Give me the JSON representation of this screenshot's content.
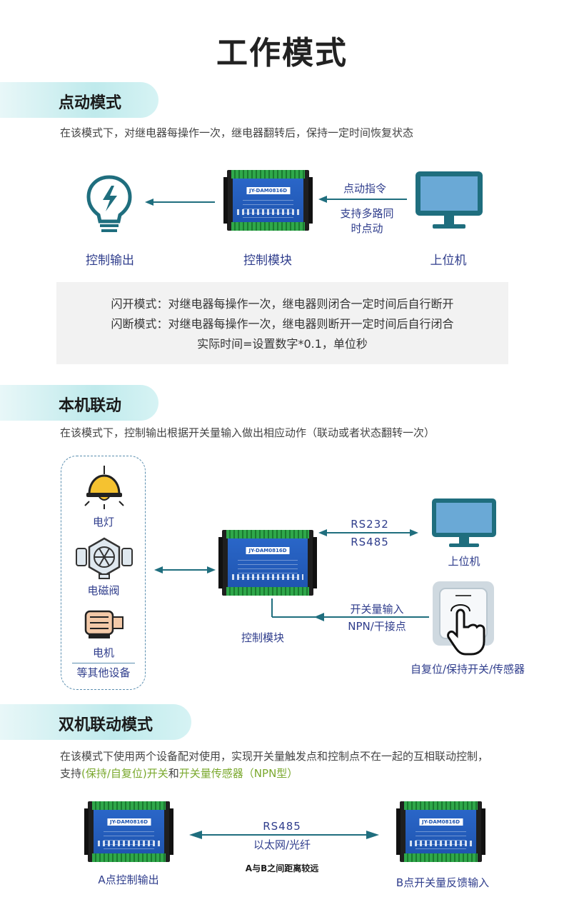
{
  "page": {
    "title": "工作模式"
  },
  "sections": {
    "jog": {
      "header": "点动模式",
      "desc": "在该模式下，对继电器每操作一次，继电器翻转后，保持一定时间恢复状态",
      "labels": {
        "output": "控制输出",
        "module": "控制模块",
        "host": "上位机"
      },
      "arrow_text": {
        "line1": "点动指令",
        "line2": "支持多路同",
        "line3": "时点动"
      },
      "notes": [
        "闪开模式：对继电器每操作一次，继电器则闭合一定时间后自行断开",
        "闪断模式：对继电器每操作一次，继电器则断开一定时间后自行闭合",
        "实际时间=设置数字*0.1，单位秒"
      ]
    },
    "local": {
      "header": "本机联动",
      "desc": "在该模式下，控制输出根据开关量输入做出相应动作（联动或者状态翻转一次）",
      "devices": {
        "lamp": "电灯",
        "valve": "电磁阀",
        "motor": "电机",
        "others": "等其他设备"
      },
      "labels": {
        "module": "控制模块",
        "host": "上位机",
        "switch": "自复位/保持开关/传感器"
      },
      "comm": {
        "line1": "RS232",
        "line2": "RS485"
      },
      "input": {
        "line1": "开关量输入",
        "line2": "NPN/干接点"
      }
    },
    "dual": {
      "header": "双机联动模式",
      "desc_line1": "在该模式下使用两个设备配对使用，实现开关量触发点和控制点不在一起的互相联动控制，",
      "desc_line2_a": "支持",
      "desc_line2_b": "(保持/自复位)开关",
      "desc_line2_c": "和",
      "desc_line2_d": "开关量传感器（NPN型）",
      "comm": {
        "line1": "RS485",
        "line2": "以太网/光纤"
      },
      "distance_note": "A与B之间距离较远",
      "labels": {
        "a": "A点控制输出",
        "b": "B点开关量反馈输入"
      }
    }
  },
  "module_model": "JY-DAM0816D",
  "colors": {
    "accent_teal": "#1f6e7e",
    "label_blue": "#2f3d8c",
    "highlight_green": "#7aa82d",
    "module_blue": "#1f55b0"
  },
  "icons": [
    "lightbulb-icon",
    "monitor-icon",
    "lamp-icon",
    "valve-icon",
    "motor-icon",
    "hand-press-icon"
  ]
}
